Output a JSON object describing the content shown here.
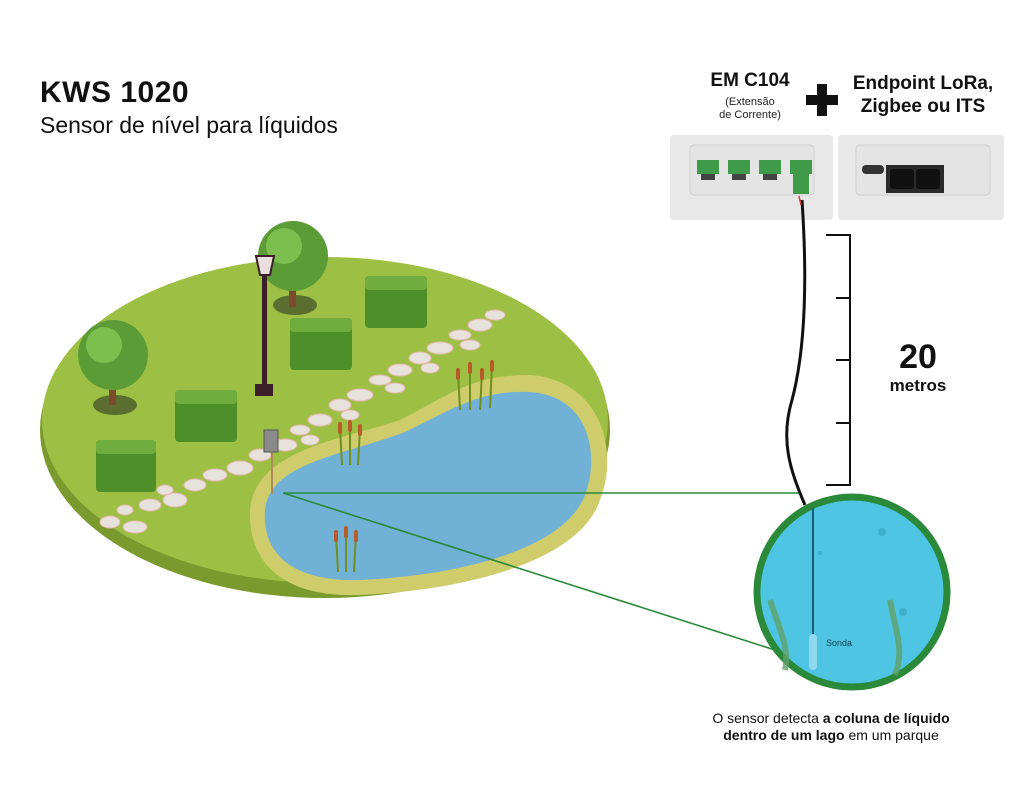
{
  "header": {
    "product": "KWS 1020",
    "description": "Sensor de nível para líquidos"
  },
  "devices": {
    "extension": {
      "name": "EM C104",
      "subtitle_line1": "(Extensão",
      "subtitle_line2": "de Corrente)"
    },
    "plus_icon": "plus-icon",
    "endpoint": {
      "name_line1": "Endpoint LoRa,",
      "name_line2": "Zigbee ou ITS"
    }
  },
  "measurement": {
    "value": "20",
    "unit": "metros"
  },
  "probe_label": "Sonda",
  "caption": {
    "part1": "O sensor detecta ",
    "bold1": "a coluna de líquido",
    "bold2": "dentro de um lago",
    "part2": " em um parque"
  },
  "colors": {
    "grass": "#9dc044",
    "water": "#72b1d6",
    "zoom_water": "#4ec6e3",
    "zoom_ring": "#2a8a3a",
    "device_body": "#e8e8e8",
    "terminal_green": "#3f9a4a"
  }
}
